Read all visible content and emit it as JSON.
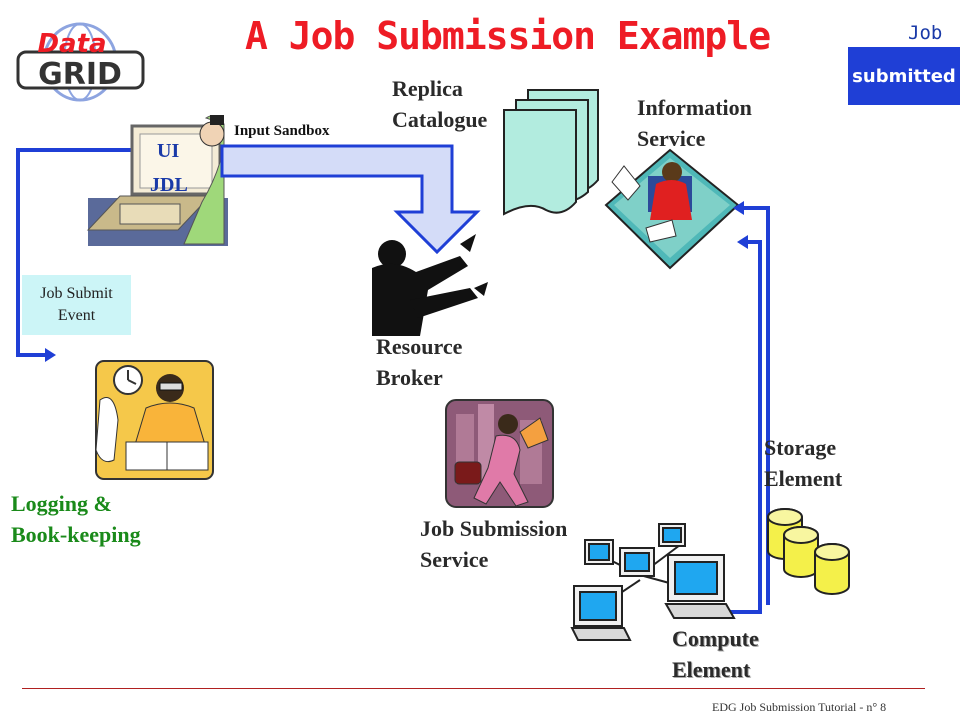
{
  "title": "A Job Submission Example",
  "status": {
    "job_word": "Job",
    "badge": "submitted"
  },
  "nodes": {
    "replica": [
      "Replica",
      "Catalogue"
    ],
    "info": [
      "Information",
      "Service"
    ],
    "broker": [
      "Resource",
      "Broker"
    ],
    "jss": [
      "Job Submission",
      "Service"
    ],
    "storage": [
      "Storage",
      "Element"
    ],
    "compute": [
      "Compute",
      "Element"
    ],
    "logging": [
      "Logging &",
      "Book-keeping"
    ]
  },
  "ui_label": "UI",
  "jdl_label": "JDL",
  "input_sandbox": "Input Sandbox",
  "event": [
    "Job Submit",
    "Event"
  ],
  "footer": "EDG Job Submission Tutorial - n° 8",
  "logo": "DataGRID",
  "colors": {
    "title": "#ee1c25",
    "badge_bg": "#1f3fd6",
    "arrow": "#1f3fd6",
    "event_bg": "#ccf5f7",
    "logging_label": "#1a8a1a"
  }
}
